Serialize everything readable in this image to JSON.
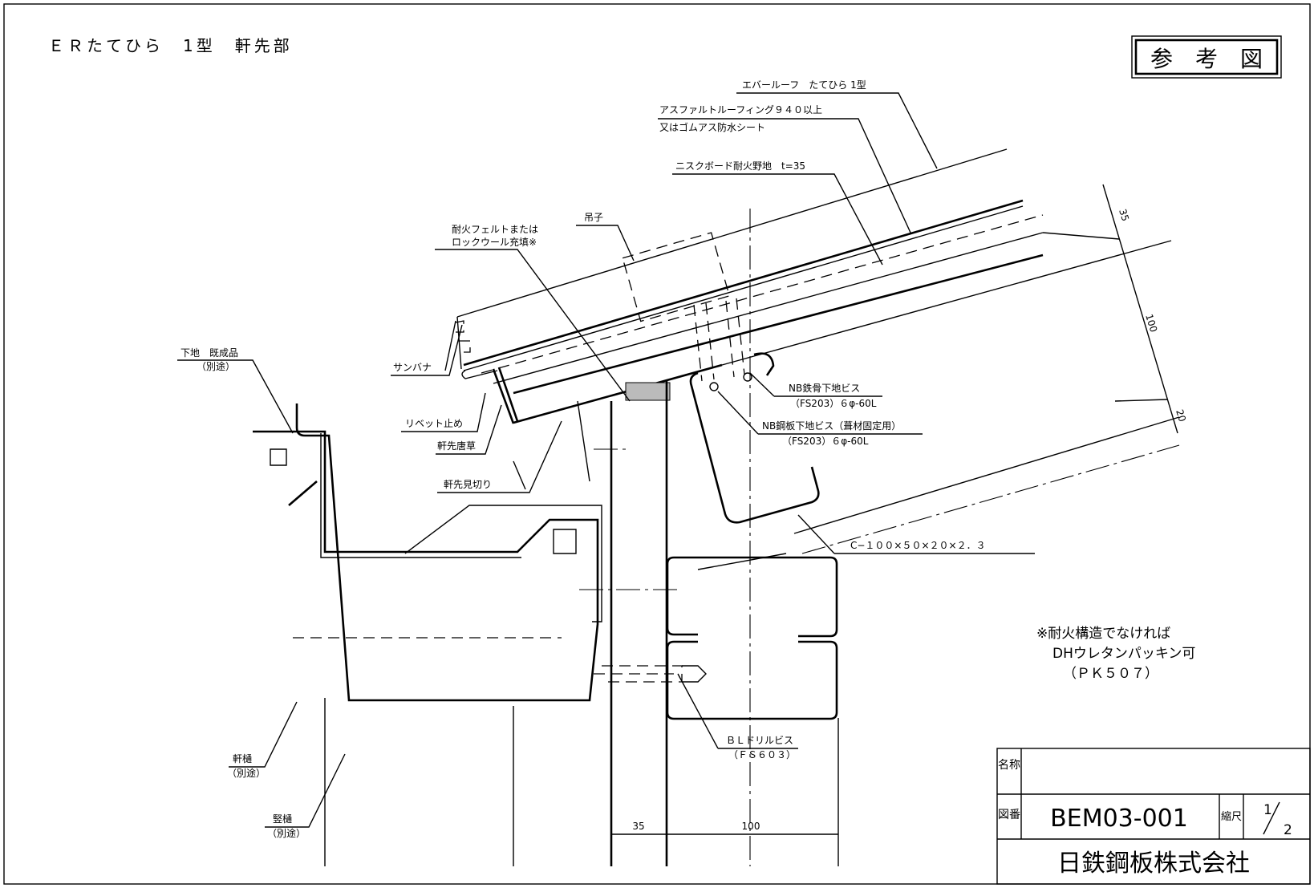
{
  "title": "ＥＲたてひら　1型　軒先部",
  "reference_stamp": "参　考　図",
  "labels": {
    "roof": "エバールーフ　たてひら 1型",
    "underlay_1": "アスファルトルーフィング９４０以上",
    "underlay_2": "又はゴムアス防水シート",
    "board": "ニスクボード耐火野地　t=35",
    "clip": "吊子",
    "felt_1": "耐火フェルトまたは",
    "felt_2": "ロックウール充填※",
    "sanbana": "サンバナ",
    "base_1": "下地　既成品",
    "base_2": "（別途）",
    "rivet": "リベット止め",
    "karakusa": "軒先唐草",
    "mikiri": "軒先見切り",
    "nb_steel_1": "NB鉄骨下地ビス",
    "nb_steel_2": "（FS203）６φ-60L",
    "nb_plate_1": "NB鋼板下地ビス（葺材固定用）",
    "nb_plate_2": "（FS203）６φ-60L",
    "c_channel": "C−１００×５０×２０×２．３",
    "bl_drill_1": "ＢＬドリルビス",
    "bl_drill_2": "（ＦＳ６０３）",
    "gutter_1": "軒樋",
    "gutter_2": "（別途）",
    "downpipe_1": "竪樋",
    "downpipe_2": "（別途）"
  },
  "note": [
    "※耐火構造でなければ",
    "DHウレタンパッキン可",
    "（ＰＫ５０７）"
  ],
  "dimensions": {
    "bottom": [
      "35",
      "100"
    ],
    "slope": [
      "35",
      "100",
      "20"
    ]
  },
  "title_block": {
    "name_label": "名称",
    "name_value": "",
    "drawing_no_label": "図番",
    "drawing_no": "BEM03-001",
    "scale_label": "縮尺",
    "scale_num": "1",
    "scale_den": "2",
    "company": "日鉄鋼板株式会社"
  }
}
